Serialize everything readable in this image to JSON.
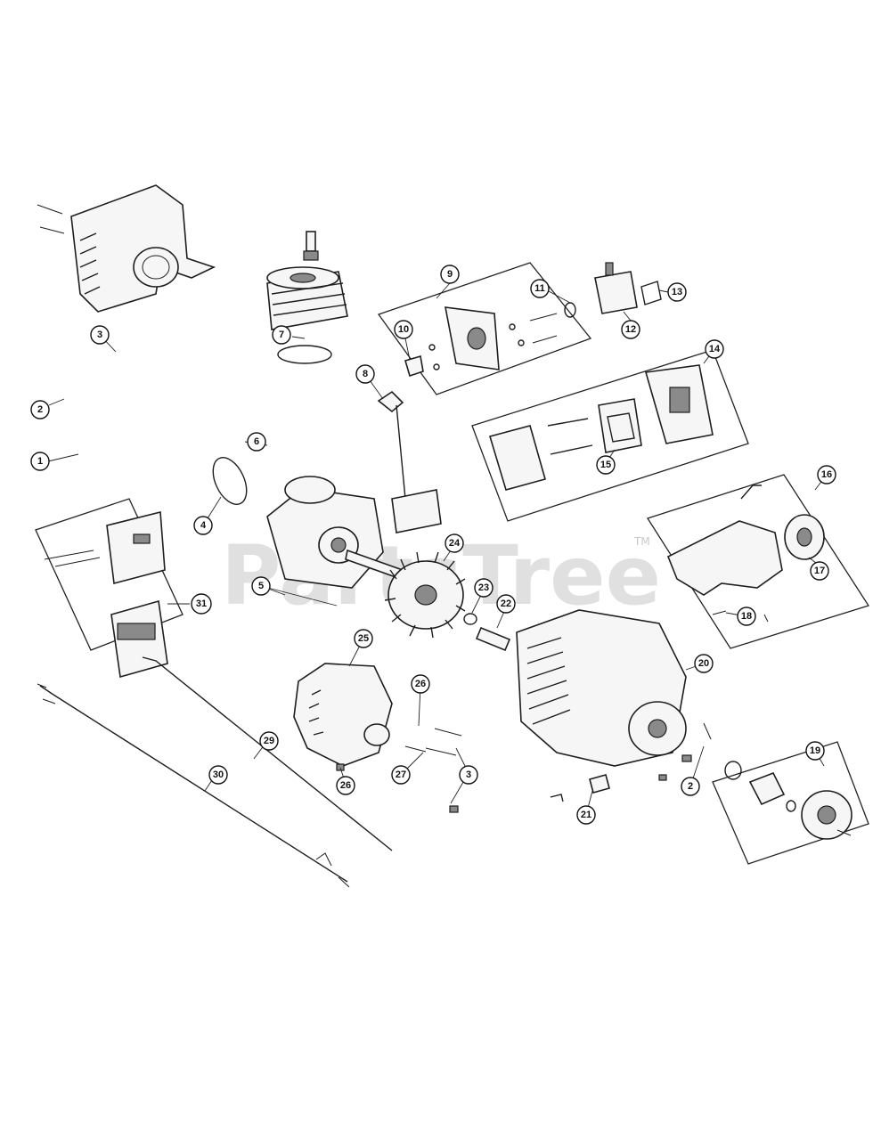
{
  "watermark": {
    "text": "PartsTree",
    "tm": "TM"
  },
  "callouts": {
    "c1": "1",
    "c2a": "2",
    "c2b": "2",
    "c3a": "3",
    "c3b": "3",
    "c4": "4",
    "c5": "5",
    "c6": "6",
    "c7": "7",
    "c8": "8",
    "c9": "9",
    "c10": "10",
    "c11": "11",
    "c12": "12",
    "c13": "13",
    "c14": "14",
    "c15": "15",
    "c16": "16",
    "c17": "17",
    "c18": "18",
    "c19": "19",
    "c20": "20",
    "c21": "21",
    "c22": "22",
    "c23": "23",
    "c24": "24",
    "c25": "25",
    "c26a": "26",
    "c26b": "26",
    "c27": "27",
    "c29": "29",
    "c30": "30",
    "c31": "31"
  },
  "icons": {
    "drawing": "exploded-parts-diagram"
  }
}
